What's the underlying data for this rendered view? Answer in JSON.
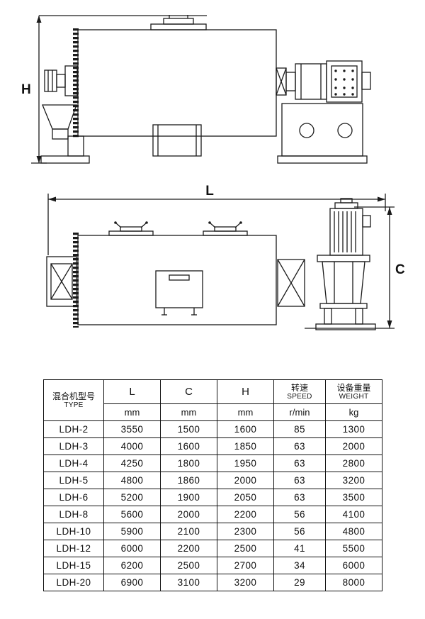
{
  "page": {
    "background": "#ffffff",
    "line_color": "#1a1a1a"
  },
  "drawings": {
    "front_view": {
      "dim_label": "H"
    },
    "side_view": {
      "dim_length_label": "L",
      "dim_height_label": "C"
    }
  },
  "table": {
    "header": {
      "type_cn": "混合机型号",
      "type_en": "TYPE",
      "col_l": "L",
      "col_c": "C",
      "col_h": "H",
      "speed_cn": "转速",
      "speed_en": "SPEED",
      "weight_cn": "设备重量",
      "weight_en": "WEIGHT",
      "unit_l": "mm",
      "unit_c": "mm",
      "unit_h": "mm",
      "unit_speed": "r/min",
      "unit_weight": "kg"
    },
    "rows": [
      {
        "type": "LDH-2",
        "l": "3550",
        "c": "1500",
        "h": "1600",
        "speed": "85",
        "weight": "1300"
      },
      {
        "type": "LDH-3",
        "l": "4000",
        "c": "1600",
        "h": "1850",
        "speed": "63",
        "weight": "2000"
      },
      {
        "type": "LDH-4",
        "l": "4250",
        "c": "1800",
        "h": "1950",
        "speed": "63",
        "weight": "2800"
      },
      {
        "type": "LDH-5",
        "l": "4800",
        "c": "1860",
        "h": "2000",
        "speed": "63",
        "weight": "3200"
      },
      {
        "type": "LDH-6",
        "l": "5200",
        "c": "1900",
        "h": "2050",
        "speed": "63",
        "weight": "3500"
      },
      {
        "type": "LDH-8",
        "l": "5600",
        "c": "2000",
        "h": "2200",
        "speed": "56",
        "weight": "4100"
      },
      {
        "type": "LDH-10",
        "l": "5900",
        "c": "2100",
        "h": "2300",
        "speed": "56",
        "weight": "4800"
      },
      {
        "type": "LDH-12",
        "l": "6000",
        "c": "2200",
        "h": "2500",
        "speed": "41",
        "weight": "5500"
      },
      {
        "type": "LDH-15",
        "l": "6200",
        "c": "2500",
        "h": "2700",
        "speed": "34",
        "weight": "6000"
      },
      {
        "type": "LDH-20",
        "l": "6900",
        "c": "3100",
        "h": "3200",
        "speed": "29",
        "weight": "8000"
      }
    ]
  }
}
